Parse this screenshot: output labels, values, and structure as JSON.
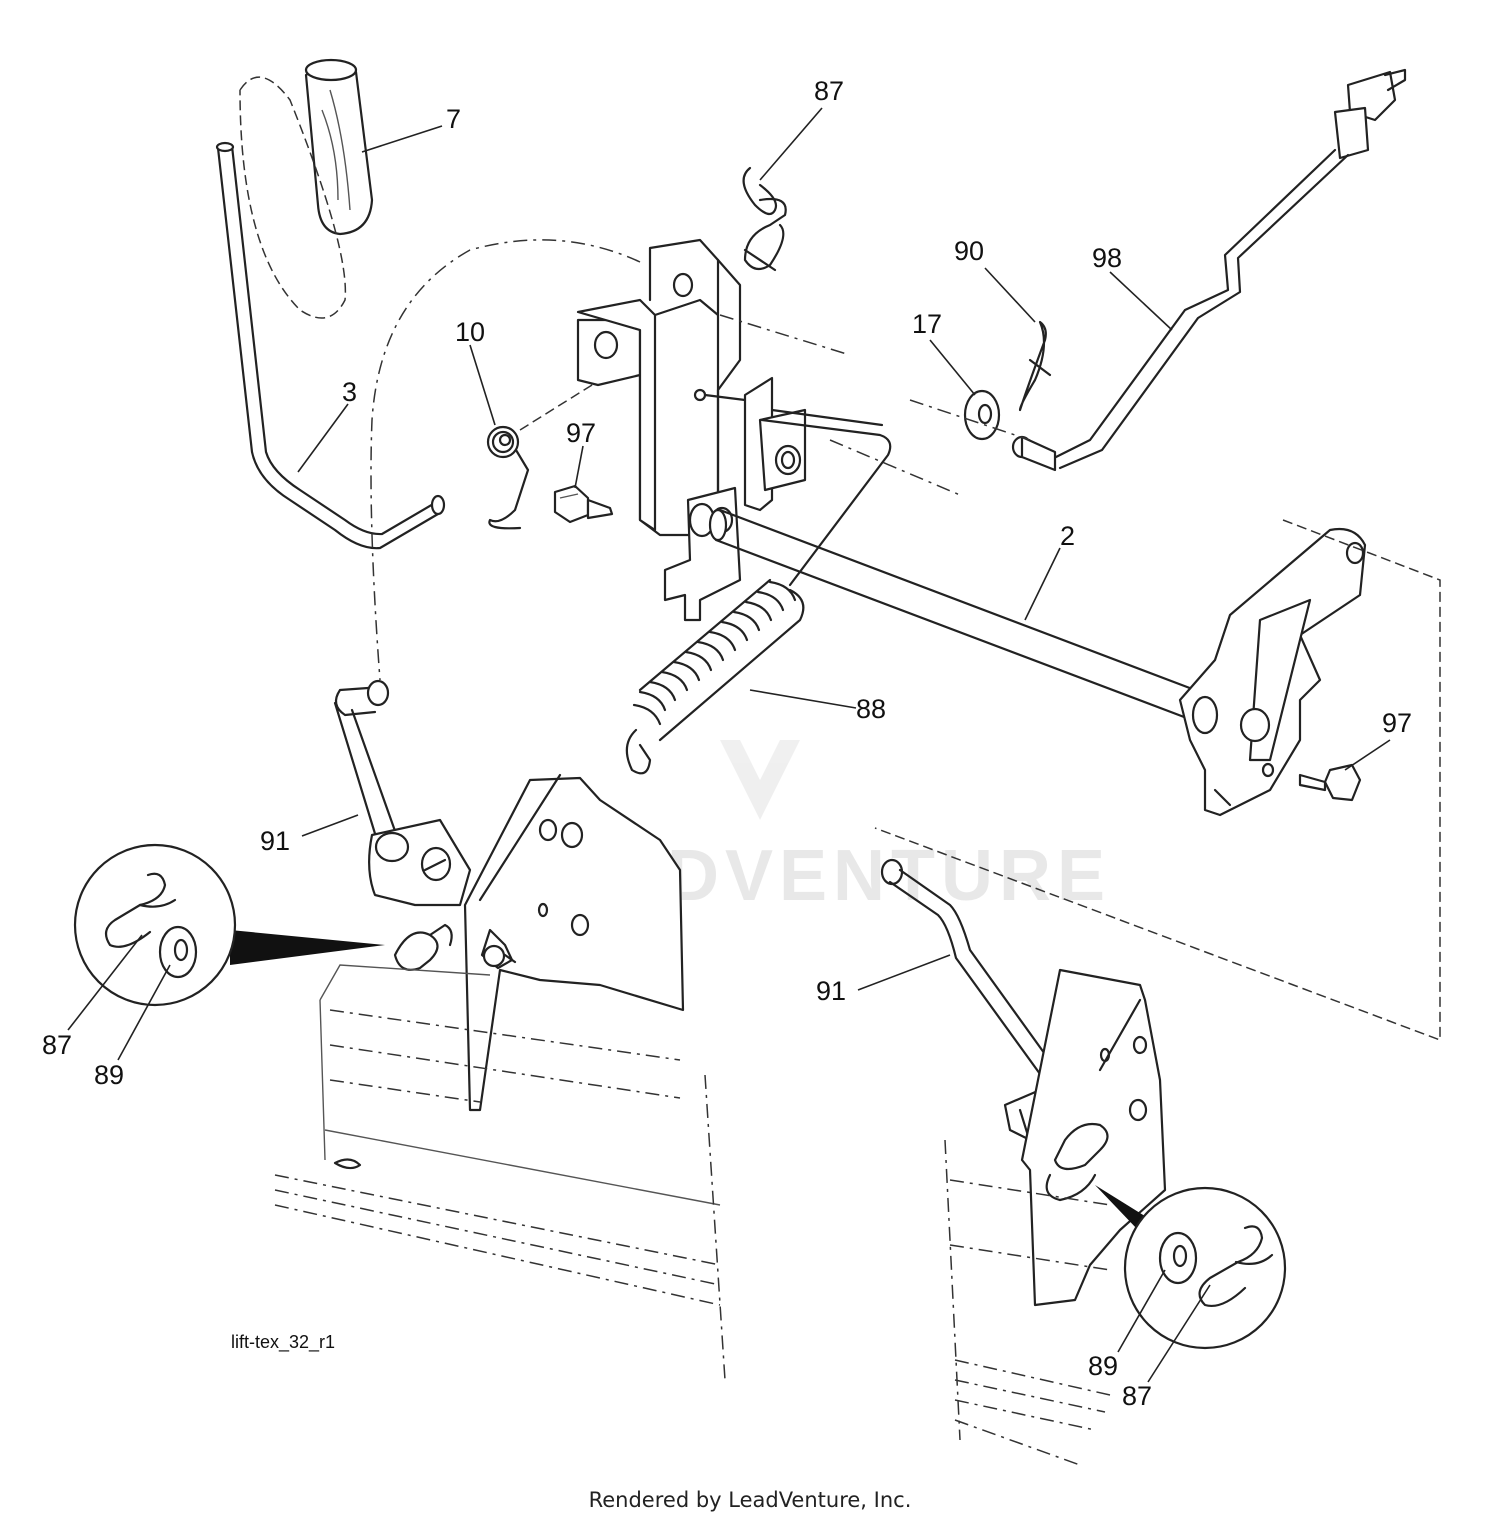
{
  "diagram": {
    "drawing_id": "lift-tex_32_r1",
    "footer": "Rendered by LeadVenture, Inc.",
    "watermark": "LEADVENTURE",
    "callouts": {
      "c7": "7",
      "c87_top": "87",
      "c90": "90",
      "c98": "98",
      "c17": "17",
      "c10": "10",
      "c3": "3",
      "c97_left": "97",
      "c2": "2",
      "c88": "88",
      "c97_right": "97",
      "c91_left": "91",
      "c87_left": "87",
      "c89_left": "89",
      "c91_right": "91",
      "c89_right": "89",
      "c87_right": "87"
    }
  }
}
